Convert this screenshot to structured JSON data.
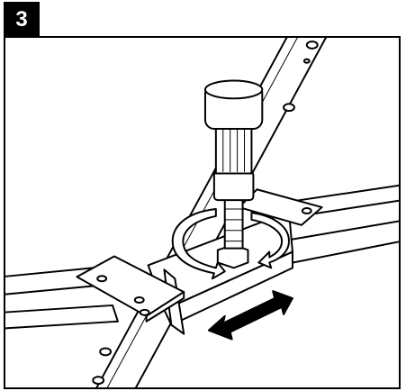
{
  "step": {
    "number": "3"
  },
  "colors": {
    "stroke": "#000000",
    "fill": "#ffffff",
    "badge_bg": "#000000",
    "badge_text": "#ffffff"
  },
  "icons": {
    "step_badge": "step-number-badge",
    "illustration": "leveling-foot-adjustment-illustration",
    "rotation": "rotation-arrow-icon",
    "slide": "double-headed-arrow-icon"
  }
}
